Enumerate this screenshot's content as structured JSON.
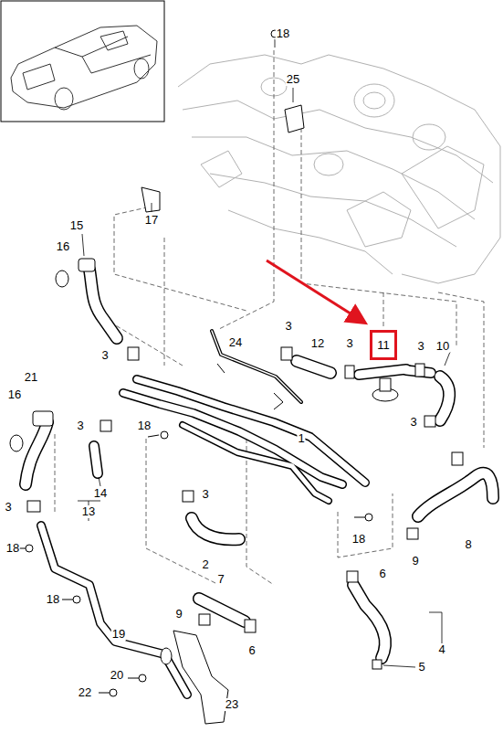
{
  "diagram": {
    "nodes": [
      {
        "text": [
          "11"
        ]
      }
    ],
    "labels": [
      "18",
      "25",
      "17",
      "15",
      "16",
      "3",
      "24",
      "12",
      "3",
      "3",
      "10",
      "3",
      "21",
      "16",
      "3",
      "18",
      "3",
      "1",
      "3",
      "14",
      "13",
      "3",
      "18",
      "8",
      "18",
      "2",
      "9",
      "6",
      "7",
      "18",
      "9",
      "19",
      "6",
      "4",
      "20",
      "5",
      "22",
      "23"
    ]
  }
}
